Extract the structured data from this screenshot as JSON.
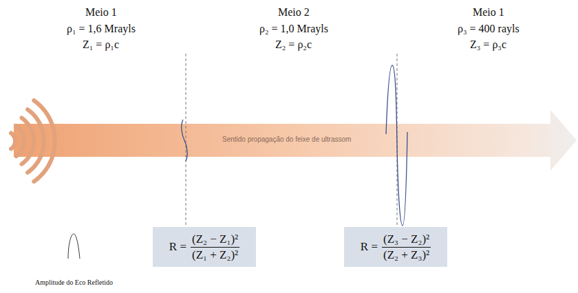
{
  "diagram": {
    "nodes": [
      {
        "text": [
          "R =",
          "(Z₂ − Z₁)²",
          "(Z₁ + Z₂)²"
        ]
      },
      {
        "text": [
          "R =",
          "(Z₃ − Z₂)²",
          "(Z₂ + Z₃)²"
        ]
      }
    ],
    "labels": [
      "Meio 1",
      "ρ₁ = 1,6 Mrayls",
      "Z₁ = ρ₁c",
      "Meio 2",
      "ρ₂ = 1,0 Mrayls",
      "Z₂ = ρ₂c",
      "Meio 1",
      "ρ₃ = 400 rayls",
      "Z₃ = ρ₃c",
      "Sentido propagação do feixe de ultrassom"
    ],
    "legend": [
      {
        "text": "Amplitude do Eco Refletido"
      }
    ]
  }
}
